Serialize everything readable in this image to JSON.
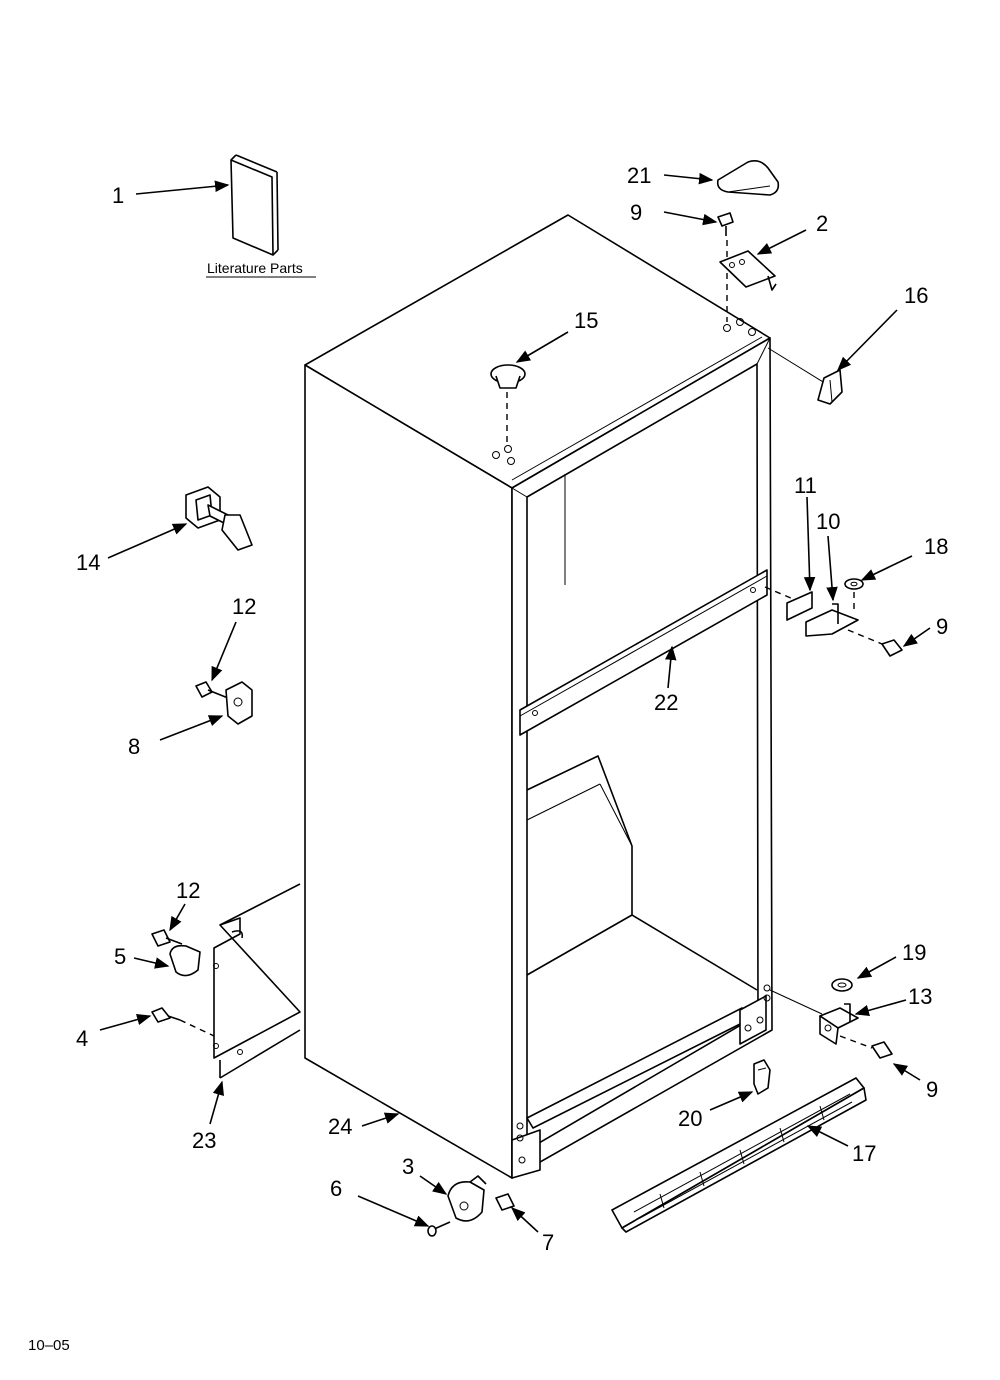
{
  "literature": {
    "label": "Literature Parts"
  },
  "footer": {
    "code": "10–05"
  },
  "callouts": {
    "c1": "1",
    "c2": "2",
    "c3": "3",
    "c4": "4",
    "c5": "5",
    "c6": "6",
    "c7": "7",
    "c8": "8",
    "c9a": "9",
    "c9b": "9",
    "c9c": "9",
    "c10": "10",
    "c11": "11",
    "c12a": "12",
    "c12b": "12",
    "c13": "13",
    "c14": "14",
    "c15": "15",
    "c16": "16",
    "c17": "17",
    "c18": "18",
    "c19": "19",
    "c20": "20",
    "c21": "21",
    "c22": "22",
    "c23": "23",
    "c24": "24"
  }
}
